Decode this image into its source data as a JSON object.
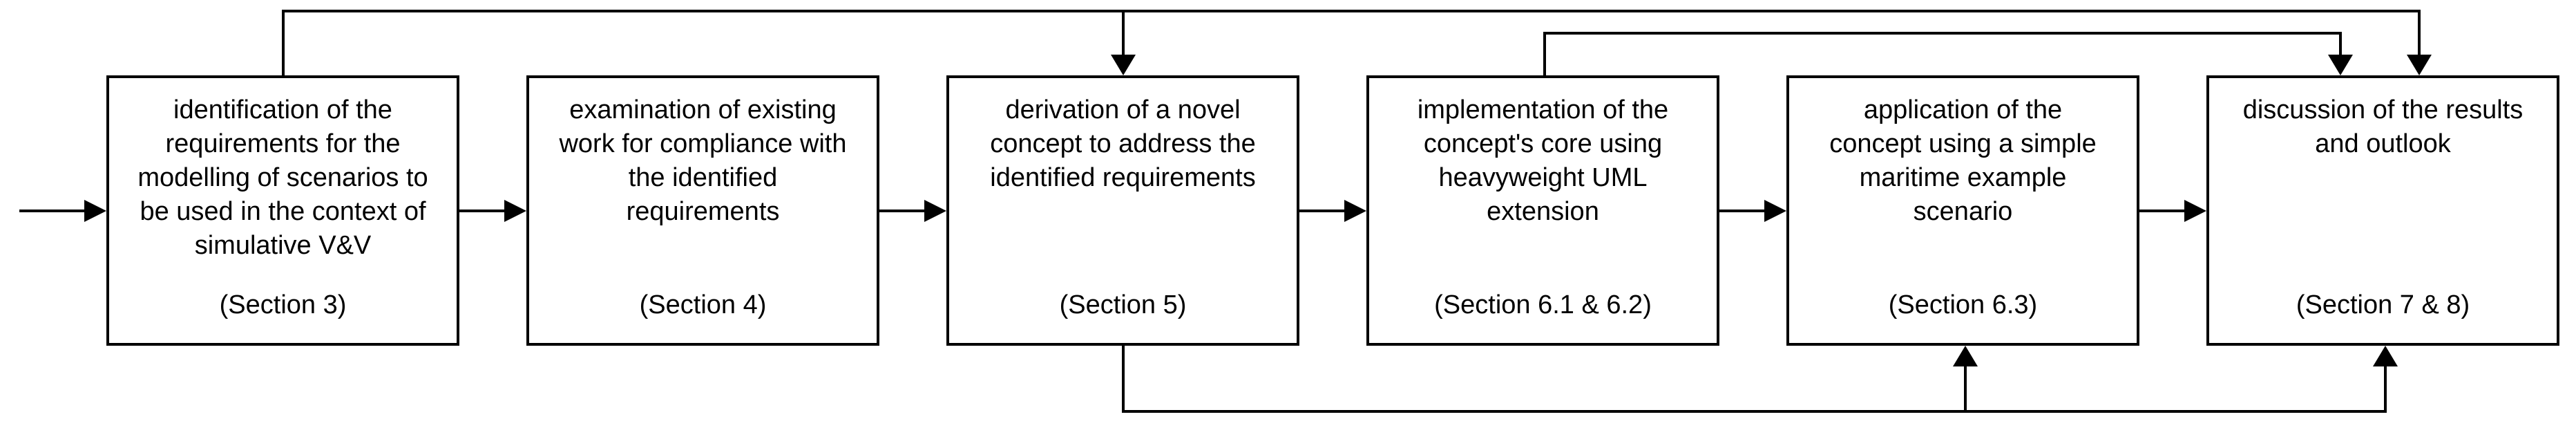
{
  "diagram": {
    "type": "process-flowchart",
    "background_color": "#ffffff",
    "line_color": "#000000",
    "text_color": "#000000"
  },
  "boxes": [
    {
      "lines": [
        "identification of the",
        "requirements for the",
        "modelling of scenarios to",
        "be used in the context of",
        "simulative V&V"
      ],
      "section": "(Section 3)"
    },
    {
      "lines": [
        "examination of existing",
        "work for compliance with",
        "the identified",
        "requirements"
      ],
      "section": "(Section 4)"
    },
    {
      "lines": [
        "derivation of a novel",
        "concept to address the",
        "identified requirements"
      ],
      "section": "(Section 5)"
    },
    {
      "lines": [
        "implementation of the",
        "concept's core using",
        "heavyweight UML",
        "extension"
      ],
      "section": "(Section 6.1 & 6.2)"
    },
    {
      "lines": [
        "application of the",
        "concept using a simple",
        "maritime example",
        "scenario"
      ],
      "section": "(Section 6.3)"
    },
    {
      "lines": [
        "discussion of the results",
        "and outlook"
      ],
      "section": "(Section 7 & 8)"
    }
  ]
}
